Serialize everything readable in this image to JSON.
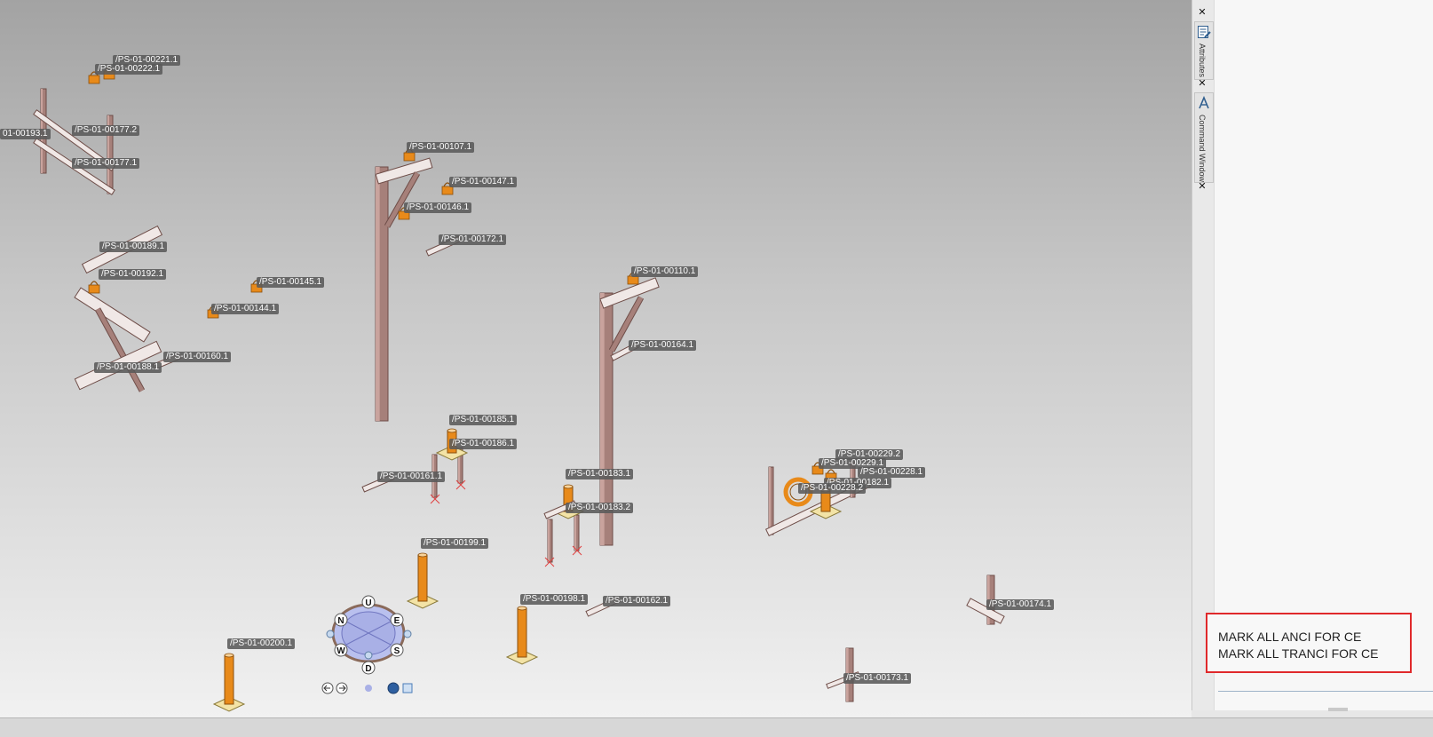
{
  "viewport": {
    "tags": [
      "/PS-01-00221.1",
      "/PS-01-00222.1",
      "01-00193.1",
      "/PS-01-00177.2",
      "/PS-01-00177.1",
      "/PS-01-00107.1",
      "/PS-01-00147.1",
      "/PS-01-00146.1",
      "/PS-01-00172.1",
      "/PS-01-00189.1",
      "/PS-01-00192.1",
      "/PS-01-00145.1",
      "/PS-01-00144.1",
      "/PS-01-00160.1",
      "/PS-01-00188.1",
      "/PS-01-00110.1",
      "/PS-01-00164.1",
      "/PS-01-00185.1",
      "/PS-01-00186.1",
      "/PS-01-00161.1",
      "/PS-01-00183.1",
      "/PS-01-00183.2",
      "/PS-01-00199.1",
      "/PS-01-00198.1",
      "/PS-01-00162.1",
      "/PS-01-00200.1",
      "/PS-01-00229.2",
      "/PS-01-00229.1",
      "/PS-01-00228.1",
      "/PS-01-00182.1",
      "/PS-01-00228.2",
      "/PS-01-00174.1",
      "/PS-01-00173.1"
    ],
    "compass": {
      "north": "N",
      "south": "S",
      "east": "E",
      "west": "W",
      "up": "U",
      "down": "D"
    },
    "colors": {
      "steel": "#a6807a",
      "steel_dark": "#6e4d48",
      "support": "#e88a1a",
      "base_plate": "#f3e3a6"
    }
  },
  "dock": {
    "tabs": [
      {
        "label": "Attributes",
        "icon": "attributes-icon"
      },
      {
        "label": "Command Window",
        "icon": "command-window-icon"
      }
    ],
    "close_glyph": "✕"
  },
  "command_window": {
    "lines": [
      "MARK ALL ANCI FOR CE",
      "MARK ALL TRANCI FOR CE"
    ],
    "highlight_color": "#e0292b"
  }
}
